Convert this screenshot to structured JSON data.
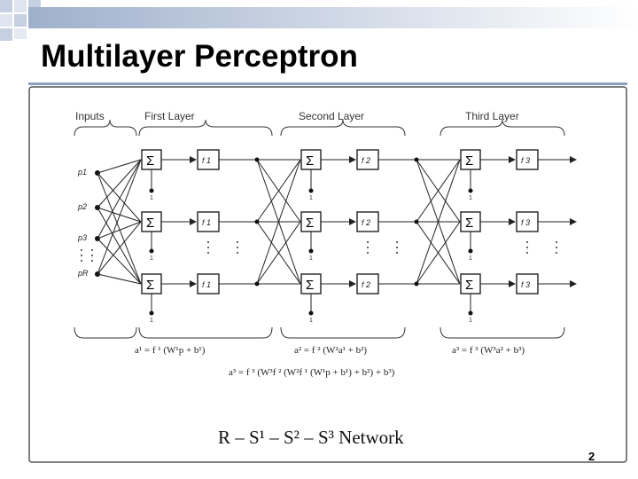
{
  "slide": {
    "title": "Multilayer Perceptron",
    "page_number": "2"
  },
  "diagram": {
    "headers": {
      "inputs": "Inputs",
      "first_layer": "First Layer",
      "second_layer": "Second Layer",
      "third_layer": "Third Layer"
    },
    "input_labels": [
      "p1",
      "p2",
      "p3",
      "pR"
    ],
    "transfer_functions": [
      "f 1",
      "f 2",
      "f 3"
    ],
    "sum_symbol": "Σ",
    "bias_one": "1",
    "equations": {
      "layer1": "a¹ = f ¹ (W¹p + b¹)",
      "layer2": "a² = f ² (W²a¹ + b²)",
      "layer3": "a³ = f ³ (W³a² + b³)",
      "full": "a³ = f ³ (W³f ² (W²f ¹ (W¹p + b¹) + b²) + b³)"
    },
    "network_label": "R – S¹ – S² – S³  Network"
  },
  "colors": {
    "rule": "#8aa0bf",
    "border": "#555555",
    "corner_square": "#c5d0e3",
    "corner_square_light": "#e4e9f2"
  }
}
